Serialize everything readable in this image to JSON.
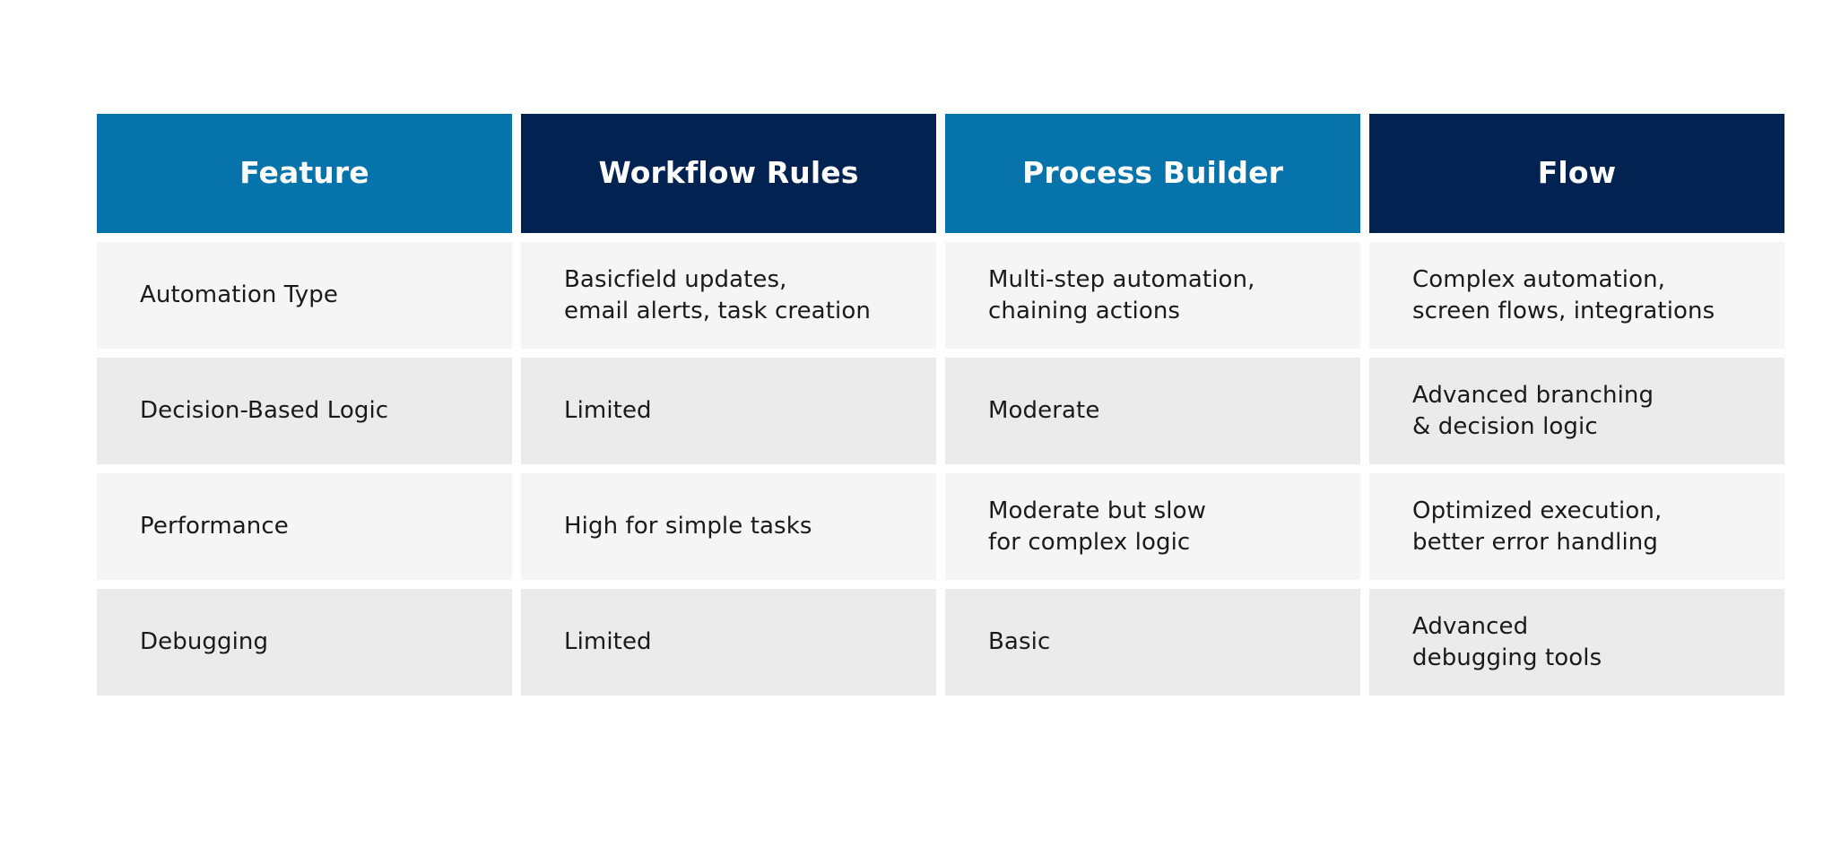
{
  "table": {
    "columns": [
      {
        "label": "Feature",
        "header_style": "blue"
      },
      {
        "label": "Workflow Rules",
        "header_style": "navy"
      },
      {
        "label": "Process Builder",
        "header_style": "blue"
      },
      {
        "label": "Flow",
        "header_style": "navy"
      }
    ],
    "rows": [
      {
        "shade": "light",
        "cells": [
          "Automation Type",
          "Basicfield updates,\nemail alerts, task creation",
          "Multi-step automation,\nchaining actions",
          "Complex automation,\nscreen flows, integrations"
        ]
      },
      {
        "shade": "dark",
        "cells": [
          "Decision-Based Logic",
          "Limited",
          "Moderate",
          "Advanced branching\n& decision logic"
        ]
      },
      {
        "shade": "light",
        "cells": [
          "Performance",
          "High for simple tasks",
          "Moderate but slow\nfor complex logic",
          "Optimized execution,\nbetter error handling"
        ]
      },
      {
        "shade": "dark",
        "cells": [
          "Debugging",
          "Limited",
          "Basic",
          "Advanced\ndebugging tools"
        ]
      }
    ]
  },
  "colors": {
    "header_blue": "#0673AB",
    "header_navy": "#022251",
    "row_light": "#F5F5F5",
    "row_dark": "#EBEBEB",
    "header_text": "#FFFFFF",
    "body_text": "#1A1A1A",
    "page_background": "#FFFFFF"
  }
}
